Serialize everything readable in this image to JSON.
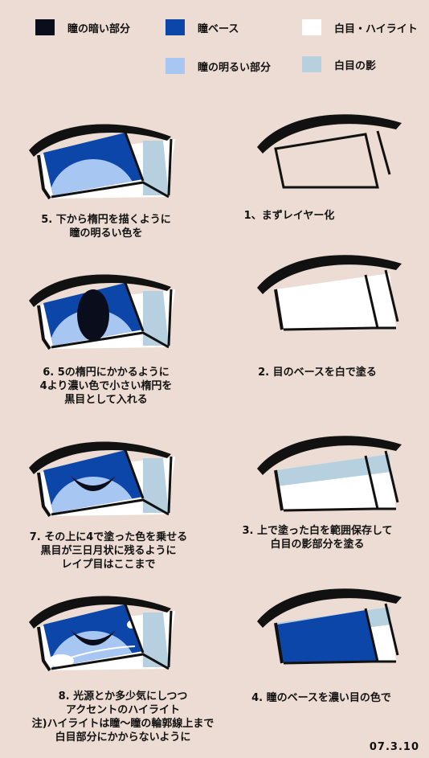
{
  "colors": {
    "background": "#ecdcd3",
    "pupil_dark": "#0a0d1c",
    "iris_base": "#0c46a8",
    "white_highlight": "#ffffff",
    "iris_light": "#a8c6f2",
    "white_shadow": "#b6d0e0",
    "lash": "#111111"
  },
  "legend": [
    {
      "label": "瞳の暗い部分",
      "color": "#0a0d1c"
    },
    {
      "label": "瞳ベース",
      "color": "#0c46a8"
    },
    {
      "label": "白目・ハイライト",
      "color": "#ffffff"
    },
    {
      "label": "瞳の明るい部分",
      "color": "#a8c6f2"
    },
    {
      "label": "白目の影",
      "color": "#b6d0e0"
    }
  ],
  "steps": {
    "s1": {
      "lines": [
        "1、まずレイヤー化"
      ]
    },
    "s2": {
      "lines": [
        "2. 目のベースを白で塗る"
      ]
    },
    "s3": {
      "lines": [
        "3. 上で塗った白を範囲保存して",
        "白目の影部分を塗る"
      ]
    },
    "s4": {
      "lines": [
        "4. 瞳のベースを濃い目の色で"
      ]
    },
    "s5": {
      "lines": [
        "5. 下から楕円を描くように",
        "瞳の明るい色を"
      ]
    },
    "s6": {
      "lines": [
        "6. 5の楕円にかかるように",
        "4より濃い色で小さい楕円を",
        "黒目として入れる"
      ]
    },
    "s7": {
      "lines": [
        "7. その上に4で塗った色を乗せる",
        "黒目が三日月状に残るように",
        "レイプ目はここまで"
      ]
    },
    "s8": {
      "lines": [
        "8. 光源とか多少気にしつつ",
        "アクセントのハイライト",
        "注)ハイライトは瞳～瞳の輪郭線上まで",
        "白目部分にかからないように"
      ]
    }
  },
  "date": "07.3.10"
}
